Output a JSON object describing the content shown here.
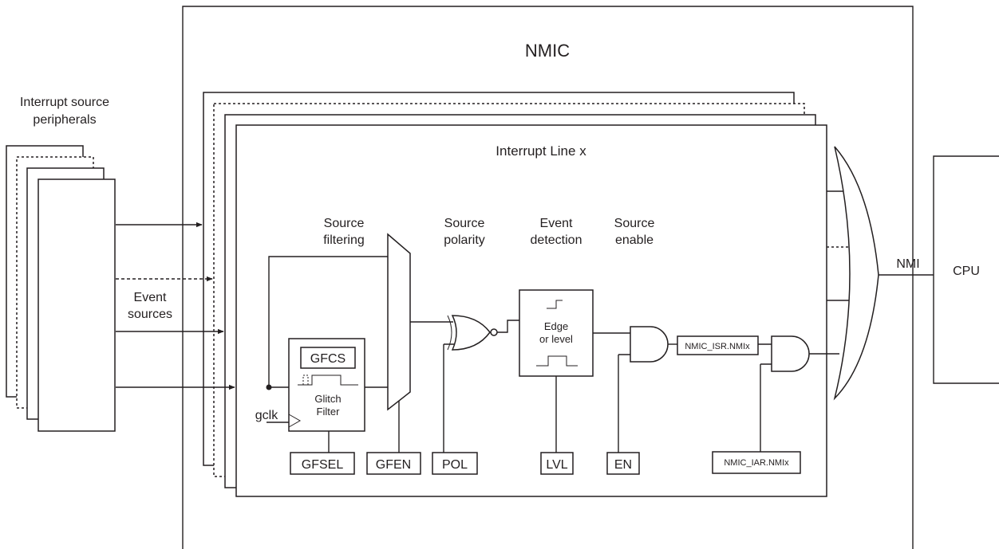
{
  "nmic_title": "NMIC",
  "interrupt_line_title": "Interrupt Line x",
  "peripherals_label": [
    "Interrupt source",
    "peripherals"
  ],
  "event_sources_label": [
    "Event",
    "sources"
  ],
  "stages": {
    "filtering": [
      "Source",
      "filtering"
    ],
    "polarity": [
      "Source",
      "polarity"
    ],
    "detection": [
      "Event",
      "detection"
    ],
    "enable": [
      "Source",
      "enable"
    ]
  },
  "glitch_filter": {
    "gfcs": "GFCS",
    "label": [
      "Glitch",
      "Filter"
    ],
    "clock": "gclk"
  },
  "edge_level": [
    "Edge",
    "or level"
  ],
  "registers": {
    "gfsel": "GFSEL",
    "gfen": "GFEN",
    "pol": "POL",
    "lvl": "LVL",
    "en": "EN",
    "isr": "NMIC_ISR.NMIx",
    "iar": "NMIC_IAR.NMIx"
  },
  "nmi_label": "NMI",
  "cpu_label": "CPU"
}
